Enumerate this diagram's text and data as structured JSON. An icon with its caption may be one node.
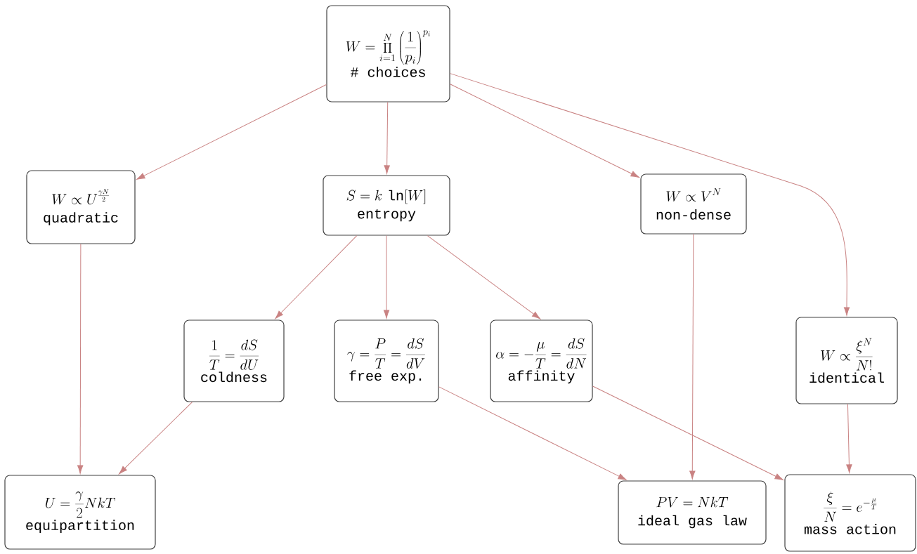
{
  "diagram": {
    "nodes": [
      {
        "text": [
          "W=\\prod_{i=1}^{N}\\left(\\frac{1}{p_i}\\right)^{p_i}",
          "# choices"
        ]
      },
      {
        "text": [
          "W \\propto U^{\\frac{\\gamma N}{2}}",
          "quadratic"
        ]
      },
      {
        "text": [
          "S = k\\,\\ln[W]",
          "entropy"
        ]
      },
      {
        "text": [
          "W \\propto V^{N}",
          "non-dense"
        ]
      },
      {
        "text": [
          "\\frac{1}{T}=\\frac{dS}{dU}",
          "coldness"
        ]
      },
      {
        "text": [
          "\\gamma=\\frac{P}{T}=\\frac{dS}{dV}",
          "free exp."
        ]
      },
      {
        "text": [
          "\\alpha=-\\frac{\\mu}{T}=\\frac{dS}{dN}",
          "affinity"
        ]
      },
      {
        "text": [
          "W \\propto \\frac{\\xi^{N}}{N!}",
          "identical"
        ]
      },
      {
        "text": [
          "U = \\frac{\\gamma}{2}NkT",
          "equipartition"
        ]
      },
      {
        "text": [
          "PV=NkT",
          "ideal gas law"
        ]
      },
      {
        "text": [
          "\\frac{\\xi}{N}=e^{-\\frac{\\mu}{T}}",
          "mass action"
        ]
      }
    ],
    "edges": [
      {
        "from": 0,
        "to": 1,
        "arrow": "to"
      },
      {
        "from": 0,
        "to": 2,
        "arrow": "to"
      },
      {
        "from": 0,
        "to": 3,
        "arrow": "to"
      },
      {
        "from": 0,
        "to": 7,
        "arrow": "to"
      },
      {
        "from": 1,
        "to": 8,
        "arrow": "to"
      },
      {
        "from": 2,
        "to": 4,
        "arrow": "to"
      },
      {
        "from": 2,
        "to": 5,
        "arrow": "to"
      },
      {
        "from": 2,
        "to": 6,
        "arrow": "to"
      },
      {
        "from": 4,
        "to": 8,
        "arrow": "to"
      },
      {
        "from": 3,
        "to": 9,
        "arrow": "to"
      },
      {
        "from": 5,
        "to": 9,
        "arrow": "to"
      },
      {
        "from": 6,
        "to": 10,
        "arrow": "to"
      },
      {
        "from": 7,
        "to": 10,
        "arrow": "to"
      }
    ]
  }
}
